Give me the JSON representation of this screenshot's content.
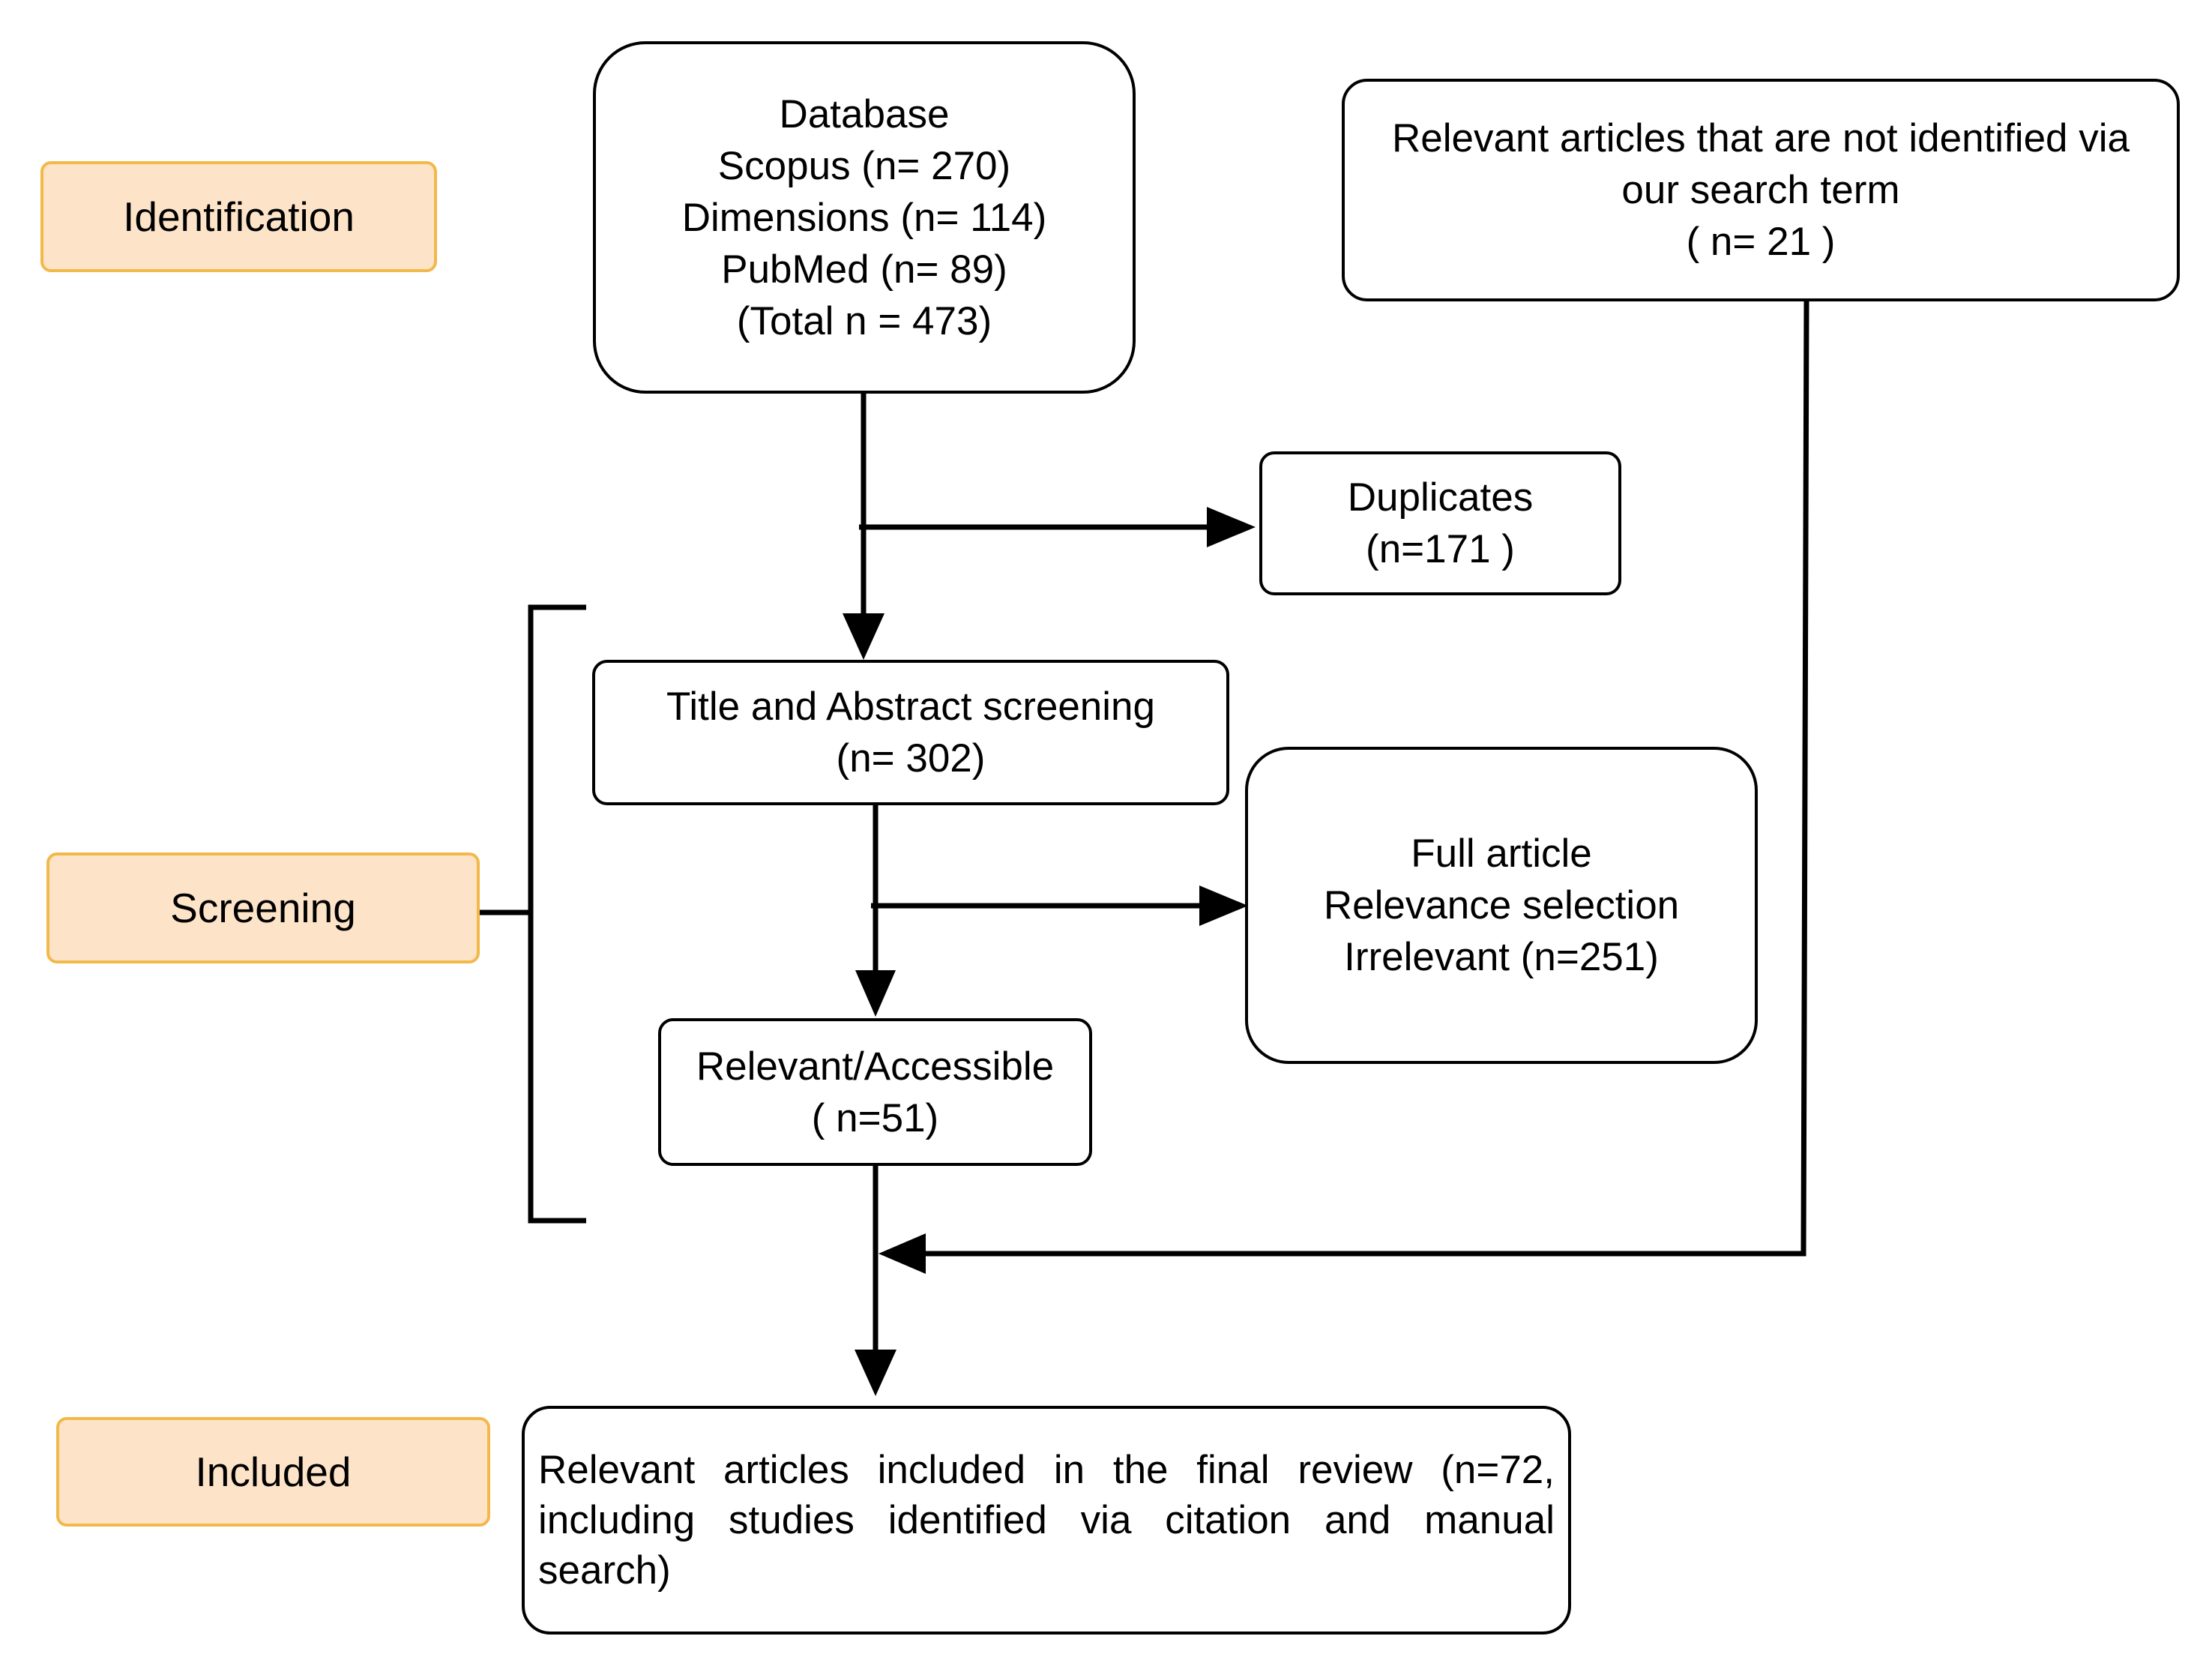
{
  "stages": {
    "identification": "Identification",
    "screening": "Screening",
    "included": "Included"
  },
  "database": {
    "line1": "Database",
    "line2": "Scopus (n= 270)",
    "line3": "Dimensions (n= 114)",
    "line4": "PubMed (n= 89)",
    "line5": "(Total n = 473)"
  },
  "other_sources": {
    "line1": "Relevant articles that are not identified via",
    "line2": "our search term",
    "line3": "( n= 21 )"
  },
  "duplicates": {
    "line1": "Duplicates",
    "line2": "(n=171 )"
  },
  "title_abstract_screening": {
    "line1": "Title and Abstract screening",
    "line2": "(n= 302)"
  },
  "full_article": {
    "line1": "Full article",
    "line2": "Relevance selection",
    "line3": "Irrelevant (n=251)"
  },
  "relevant_accessible": {
    "line1": "Relevant/Accessible",
    "line2": "( n=51)"
  },
  "included_box": {
    "text": "Relevant articles included in the final review (n=72, including studies identified via citation and manual search)"
  },
  "colors": {
    "stage_fill": "#fde4c8",
    "stage_border": "#f2b84a",
    "line": "#000000"
  }
}
